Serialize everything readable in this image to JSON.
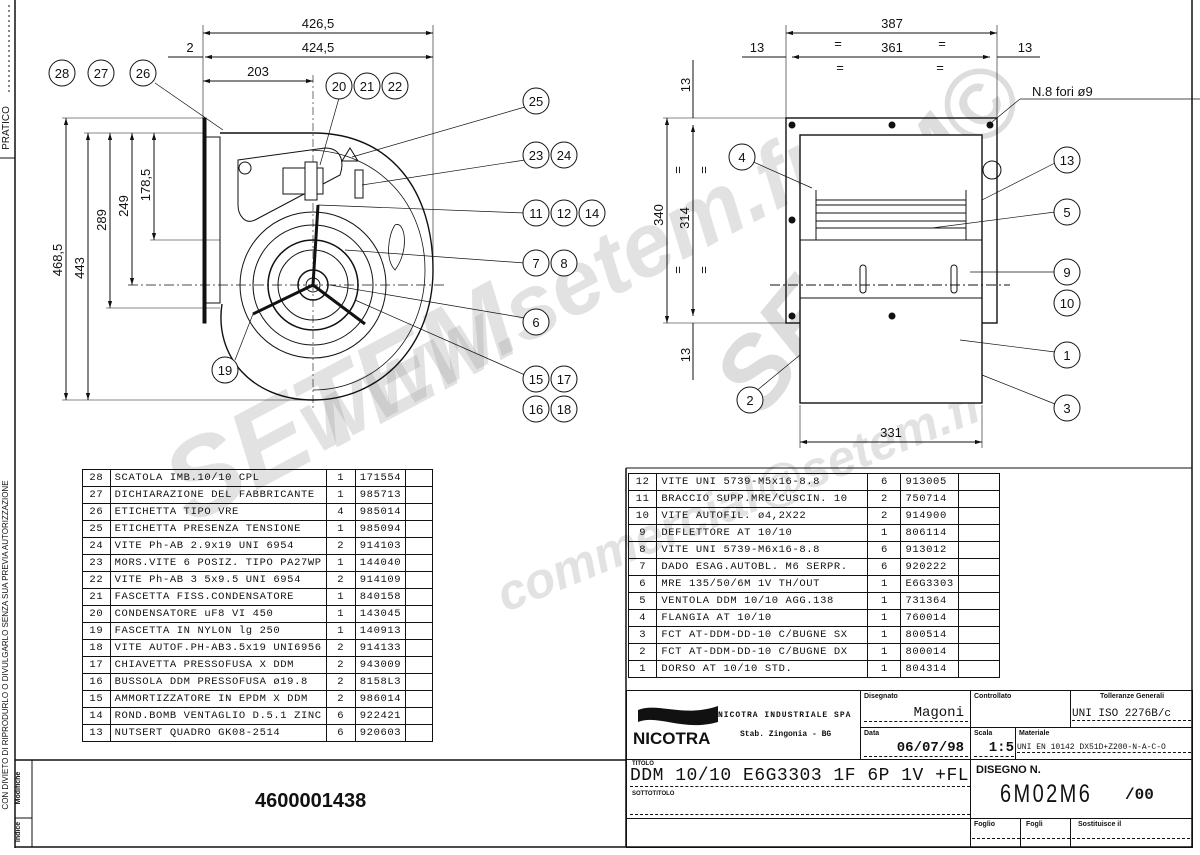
{
  "margin": {
    "pratico_label": "PRATICO",
    "copyright_note": "CON DIVIETO DI RIPRODURLO O DIVULGARLO SENZA SUA PREVIA AUTORIZZAZIONE",
    "modifiche_label": "Modifiche",
    "indice_label": "Indice"
  },
  "front_view": {
    "dimensions": {
      "overall_width": "426,5",
      "flange_offset": "2",
      "body_width": "424,5",
      "axis_offset": "203",
      "overall_height": "468,5",
      "body_height": "443",
      "outlet_to_bottom": "289",
      "axis_height": "249",
      "outlet_height": "178,5"
    },
    "balloons": [
      "28",
      "27",
      "26",
      "20",
      "21",
      "22",
      "25",
      "23",
      "24",
      "11",
      "12",
      "14",
      "7",
      "8",
      "6",
      "15",
      "17",
      "16",
      "18",
      "19"
    ]
  },
  "side_view": {
    "dimensions": {
      "overall_width": "387",
      "hole_pitch": "361",
      "left_margin": "13",
      "right_margin": "13",
      "overall_height": "340",
      "hole_pitch_v": "314",
      "top_margin": "13",
      "bottom_margin": "13",
      "housing_width": "331",
      "equal_mark": "="
    },
    "holes_note": "N.8 fori ø9",
    "balloons": [
      "4",
      "13",
      "5",
      "9",
      "10",
      "1",
      "2",
      "3"
    ]
  },
  "parts_left": [
    {
      "no": "28",
      "desc": "SCATOLA IMB.10/10 CPL",
      "qty": "1",
      "code": "171554"
    },
    {
      "no": "27",
      "desc": "DICHIARAZIONE DEL FABBRICANTE",
      "qty": "1",
      "code": "985713"
    },
    {
      "no": "26",
      "desc": "ETICHETTA TIPO VRE",
      "qty": "4",
      "code": "985014"
    },
    {
      "no": "25",
      "desc": "ETICHETTA PRESENZA TENSIONE",
      "qty": "1",
      "code": "985094"
    },
    {
      "no": "24",
      "desc": "VITE Ph-AB 2.9x19 UNI 6954",
      "qty": "2",
      "code": "914103"
    },
    {
      "no": "23",
      "desc": "MORS.VITE 6 POSIZ. TIPO PA27WP",
      "qty": "1",
      "code": "144040"
    },
    {
      "no": "22",
      "desc": "VITE Ph-AB 3 5x9.5 UNI 6954",
      "qty": "2",
      "code": "914109"
    },
    {
      "no": "21",
      "desc": "FASCETTA FISS.CONDENSATORE",
      "qty": "1",
      "code": "840158"
    },
    {
      "no": "20",
      "desc": "CONDENSATORE uF8 VI 450",
      "qty": "1",
      "code": "143045"
    },
    {
      "no": "19",
      "desc": "FASCETTA IN NYLON lg 250",
      "qty": "1",
      "code": "140913"
    },
    {
      "no": "18",
      "desc": "VITE AUTOF.PH-AB3.5x19 UNI6956",
      "qty": "2",
      "code": "914133"
    },
    {
      "no": "17",
      "desc": "CHIAVETTA PRESSOFUSA X DDM",
      "qty": "2",
      "code": "943009"
    },
    {
      "no": "16",
      "desc": "BUSSOLA DDM PRESSOFUSA ø19.8",
      "qty": "2",
      "code": "8158L3"
    },
    {
      "no": "15",
      "desc": "AMMORTIZZATORE IN EPDM X DDM",
      "qty": "2",
      "code": "986014"
    },
    {
      "no": "14",
      "desc": "ROND.BOMB VENTAGLIO D.5.1 ZINC",
      "qty": "6",
      "code": "922421"
    },
    {
      "no": "13",
      "desc": "NUTSERT QUADRO GK08-2514",
      "qty": "6",
      "code": "920603"
    }
  ],
  "parts_right": [
    {
      "no": "12",
      "desc": "VITE UNI 5739-M5x16-8.8",
      "qty": "6",
      "code": "913005"
    },
    {
      "no": "11",
      "desc": "BRACCIO SUPP.MRE/CUSCIN. 10",
      "qty": "2",
      "code": "750714"
    },
    {
      "no": "10",
      "desc": "VITE AUTOFIL. ø4,2X22",
      "qty": "2",
      "code": "914900"
    },
    {
      "no": "9",
      "desc": "DEFLETTORE AT 10/10",
      "qty": "1",
      "code": "806114"
    },
    {
      "no": "8",
      "desc": "VITE UNI 5739-M6x16-8.8",
      "qty": "6",
      "code": "913012"
    },
    {
      "no": "7",
      "desc": "DADO ESAG.AUTOBL. M6 SERPR.",
      "qty": "6",
      "code": "920222"
    },
    {
      "no": "6",
      "desc": "MRE 135/50/6M 1V TH/OUT",
      "qty": "1",
      "code": "E6G3303"
    },
    {
      "no": "5",
      "desc": "VENTOLA DDM 10/10 AGG.138",
      "qty": "1",
      "code": "731364"
    },
    {
      "no": "4",
      "desc": "FLANGIA AT 10/10",
      "qty": "1",
      "code": "760014"
    },
    {
      "no": "3",
      "desc": "FCT AT-DDM-DD-10 C/BUGNE SX",
      "qty": "1",
      "code": "800514"
    },
    {
      "no": "2",
      "desc": "FCT AT-DDM-DD-10 C/BUGNE DX",
      "qty": "1",
      "code": "800014"
    },
    {
      "no": "1",
      "desc": "DORSO AT 10/10 STD.",
      "qty": "1",
      "code": "804314"
    }
  ],
  "bottom_left": {
    "document_code": "4600001438"
  },
  "title_block": {
    "logo_text": "NICOTRA",
    "company": "NICOTRA INDUSTRIALE SPA",
    "plant": "Stab. Zingonia - BG",
    "disegnato_label": "Disegnato",
    "disegnato_value": "Magoni",
    "controllato_label": "Controllato",
    "tolleranze_label": "Tolleranze Generali",
    "tolleranze_value": "UNI ISO 2276B/c",
    "data_label": "Data",
    "data_value": "06/07/98",
    "scala_label": "Scala",
    "scala_value": "1:5",
    "materiale_label": "Materiale",
    "materiale_value": "UNI EN 10142 DX51D+Z200-N-A-C-O",
    "titolo_label": "TITOLO",
    "titolo_value": "DDM 10/10 E6G3303 1F 6P 1V +FL",
    "sottotitolo_label": "SOTTOTITOLO",
    "disegno_label": "DISEGNO N.",
    "disegno_value": "6M02M6",
    "revision": "/00",
    "foglio_label": "Foglio",
    "fogli_label": "Fogli",
    "sostituisce_label": "Sostituisce il"
  },
  "watermark": [
    "www.setem.fr",
    "SETEM©",
    "commercial@setem.fr"
  ]
}
